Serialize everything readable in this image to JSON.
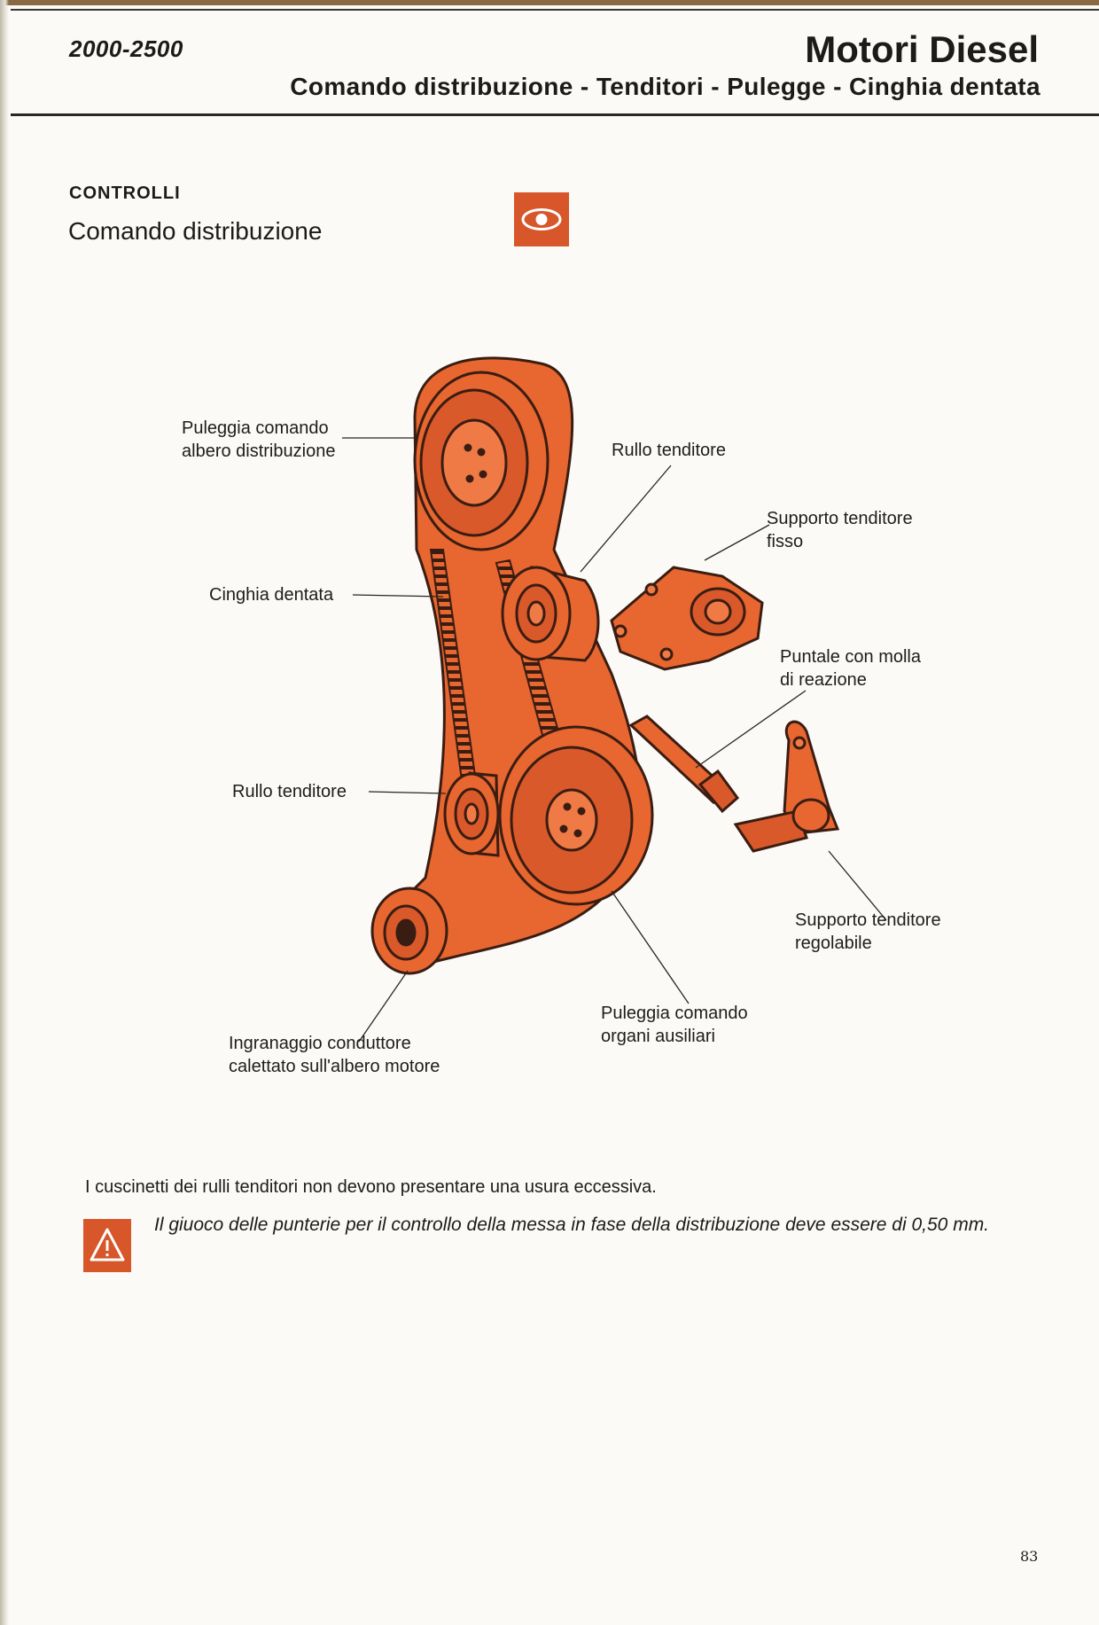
{
  "header": {
    "series": "2000-2500",
    "title": "Motori Diesel",
    "subtitle": "Comando distribuzione - Tenditori - Pulegge - Cinghia dentata"
  },
  "section": {
    "label": "CONTROLLI",
    "title": "Comando distribuzione",
    "icon": "eye-icon"
  },
  "diagram": {
    "labels": {
      "camshaft_pulley": [
        "Puleggia comando",
        "albero distribuzione"
      ],
      "tensioner_roller_upper": "Rullo tenditore",
      "fixed_support": [
        "Supporto tenditore",
        "fisso"
      ],
      "toothed_belt": "Cinghia dentata",
      "spring_plunger": [
        "Puntale con molla",
        "di reazione"
      ],
      "tensioner_roller_lower": "Rullo tenditore",
      "adjustable_support": [
        "Supporto tenditore",
        "regolabile"
      ],
      "auxiliary_pulley": [
        "Puleggia comando",
        "organi ausiliari"
      ],
      "drive_gear": [
        "Ingranaggio conduttore",
        "calettato sull'albero motore"
      ]
    },
    "colors": {
      "part": "#e8662f",
      "part_dark": "#c74a1c",
      "outline": "#3a1d12"
    }
  },
  "notes": {
    "bearings": "I cuscinetti dei rulli tenditori non devono presentare una usura eccessiva.",
    "warning_icon": "warning-triangle-icon",
    "warning": "Il giuoco delle punterie per il controllo della messa in fase della distribuzione deve essere di 0,50 mm."
  },
  "page_number": "83"
}
